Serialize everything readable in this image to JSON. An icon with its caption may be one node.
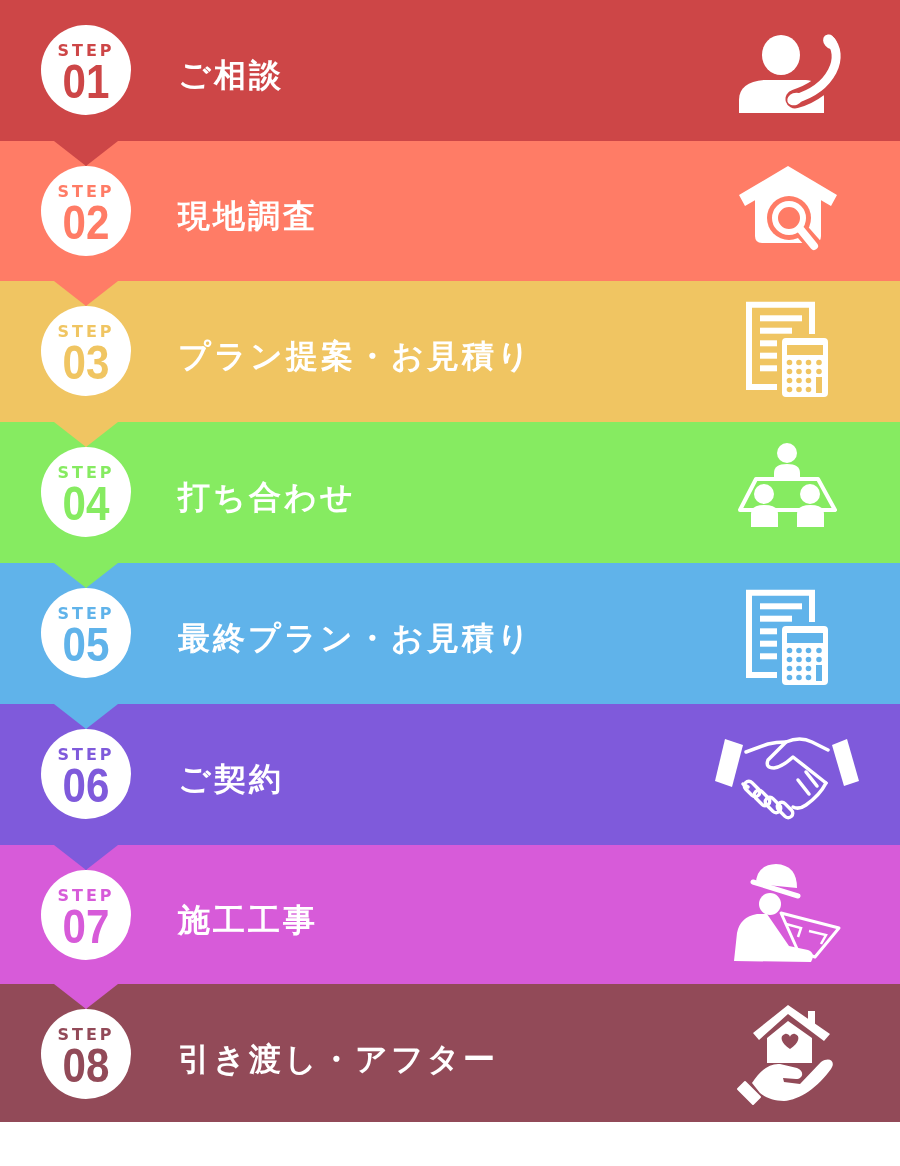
{
  "diagram": {
    "nodes": [
      {
        "text": [
          "ご相談"
        ]
      },
      {
        "text": [
          "STEP",
          "01"
        ],
        "in": 0
      },
      {
        "text": [
          "現地調査"
        ]
      },
      {
        "text": [
          "STEP",
          "02"
        ],
        "in": 2
      },
      {
        "text": [
          "プラン提案・お見積り"
        ]
      },
      {
        "text": [
          "STEP",
          "03"
        ],
        "in": 4
      },
      {
        "text": [
          "打ち合わせ"
        ]
      },
      {
        "text": [
          "STEP",
          "04"
        ],
        "in": 6
      },
      {
        "text": [
          "最終プラン・お見積り"
        ]
      },
      {
        "text": [
          "STEP",
          "05"
        ],
        "in": 8
      },
      {
        "text": [
          "ご契約"
        ]
      },
      {
        "text": [
          "STEP",
          "06"
        ],
        "in": 10
      },
      {
        "text": [
          "施工工事"
        ]
      },
      {
        "text": [
          "STEP",
          "07"
        ],
        "in": 12
      },
      {
        "text": [
          "引き渡し・アフター"
        ]
      },
      {
        "text": [
          "STEP",
          "08"
        ],
        "in": 14
      }
    ],
    "edges": [
      {
        "from": 0,
        "to": 3,
        "arrow": "to",
        "color": "#cd4647"
      },
      {
        "from": 2,
        "to": 5,
        "arrow": "to",
        "color": "#ff7c66"
      },
      {
        "from": 4,
        "to": 7,
        "arrow": "to",
        "color": "#f0c562"
      },
      {
        "from": 6,
        "to": 9,
        "arrow": "to",
        "color": "#86eb61"
      },
      {
        "from": 8,
        "to": 11,
        "arrow": "to",
        "color": "#60b3ea"
      },
      {
        "from": 10,
        "to": 13,
        "arrow": "to",
        "color": "#7f5adb"
      },
      {
        "from": 12,
        "to": 15,
        "arrow": "to",
        "color": "#d75bd9"
      }
    ]
  }
}
